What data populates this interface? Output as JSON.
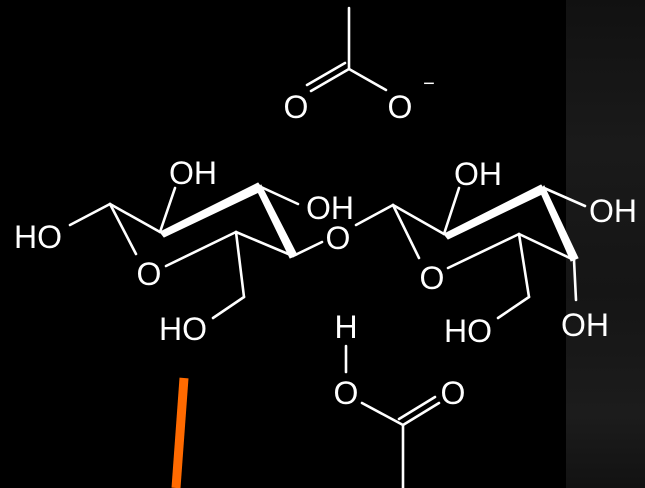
{
  "atoms": {
    "acetate_o_left": "O",
    "acetate_o_right": "O",
    "acetate_charge": "−",
    "ring1_oh_top": "OH",
    "ring1_oh_right": "OH",
    "ring1_ho_left": "HO",
    "ring1_o_ring": "O",
    "ring1_ho_bottom": "HO",
    "glycosidic_o": "O",
    "ring2_oh_top": "OH",
    "ring2_oh_right": "OH",
    "ring2_o_ring": "O",
    "ring2_ho_bottom": "HO",
    "ring2_oh_bottom": "OH",
    "acid_h": "H",
    "acid_o_hydroxyl": "O",
    "acid_o_carbonyl": "O"
  },
  "colors": {
    "background": "#000000",
    "bond": "#ffffff",
    "text": "#ffffff",
    "accent_line": "#ff6a00"
  }
}
